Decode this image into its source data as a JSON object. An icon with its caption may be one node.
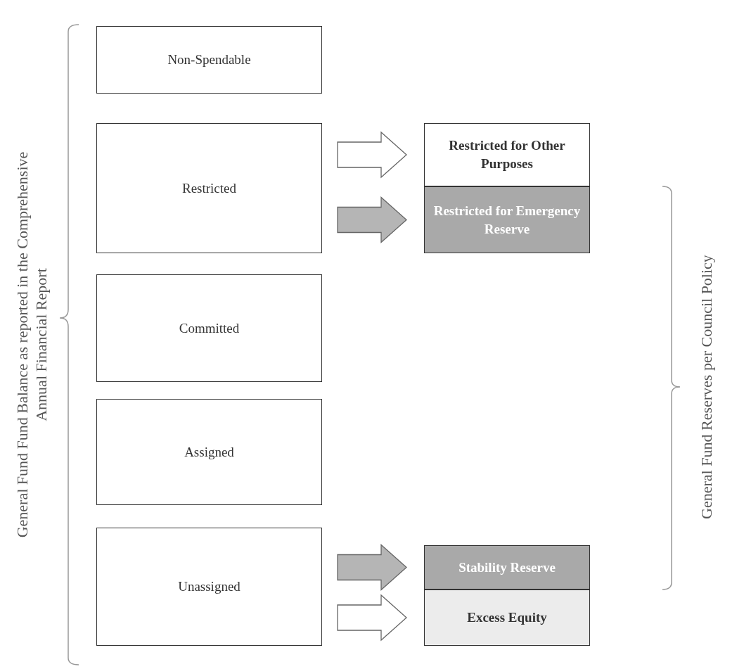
{
  "diagram": {
    "nodes": [
      {
        "text": [
          "Non-Spendable"
        ]
      },
      {
        "text": [
          "Restricted"
        ]
      },
      {
        "text": [
          "Committed"
        ]
      },
      {
        "text": [
          "Assigned"
        ]
      },
      {
        "text": [
          "Unassigned"
        ]
      },
      {
        "text": [
          "Restricted for Other Purposes"
        ]
      },
      {
        "text": [
          "Restricted for Emergency Reserve"
        ]
      },
      {
        "text": [
          "Stability Reserve"
        ]
      },
      {
        "text": [
          "Excess Equity"
        ]
      }
    ],
    "edges": [
      {
        "from": 1,
        "to": 5,
        "arrow": "to"
      },
      {
        "from": 1,
        "to": 6,
        "arrow": "to",
        "color": "#b5b5b5"
      },
      {
        "from": 4,
        "to": 7,
        "arrow": "to",
        "color": "#b5b5b5"
      },
      {
        "from": 4,
        "to": 8,
        "arrow": "to"
      }
    ],
    "labels": [
      "General Fund Fund Balance as reported in the Comprehensive Annual Financial Report",
      "General Fund Reserves per Council Policy"
    ]
  }
}
